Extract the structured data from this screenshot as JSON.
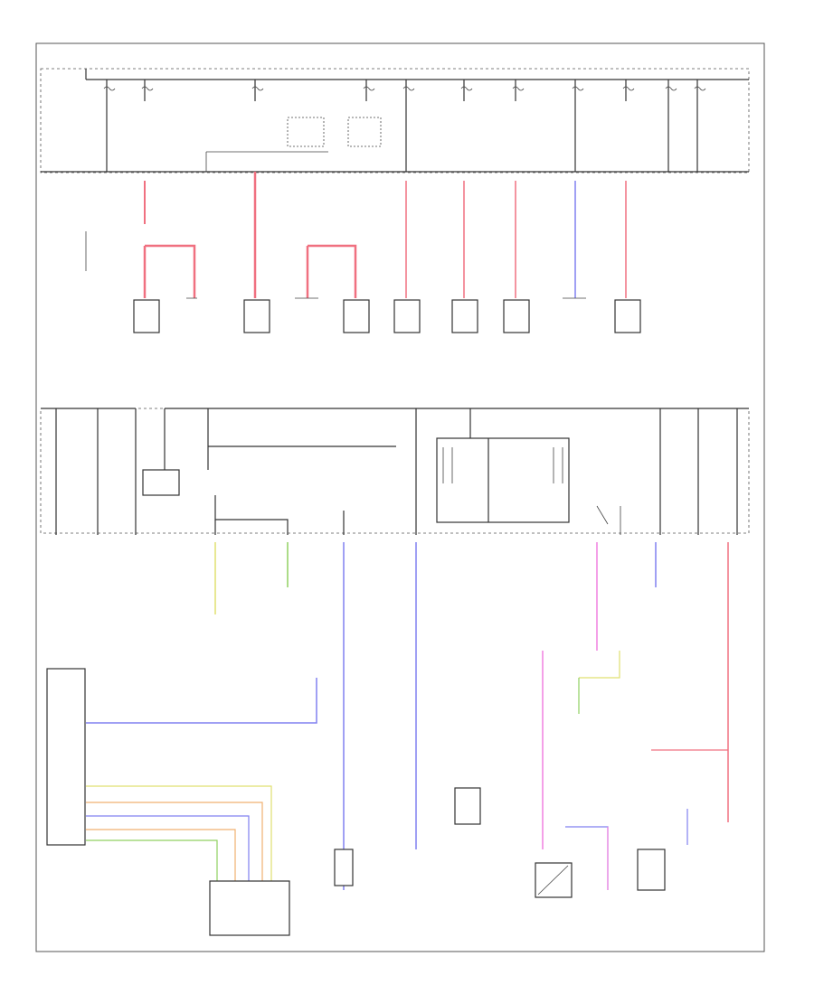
{
  "diagram": {
    "header_line_1": "",
    "header_line_2": "",
    "footer_code": "",
    "label_text_legible": false
  },
  "colors": {
    "red": "#f07080",
    "blue": "#8080f0",
    "yellow": "#e0e070",
    "green": "#90d060",
    "pink": "#f080e0",
    "orange": "#f0b070",
    "black": "#333333"
  },
  "components": [
    {
      "id": "top-left-supply"
    },
    {
      "id": "top-loads"
    },
    {
      "id": "middle-fuse-box"
    },
    {
      "id": "relay-module"
    },
    {
      "id": "left-controller"
    },
    {
      "id": "bottom-module"
    }
  ]
}
